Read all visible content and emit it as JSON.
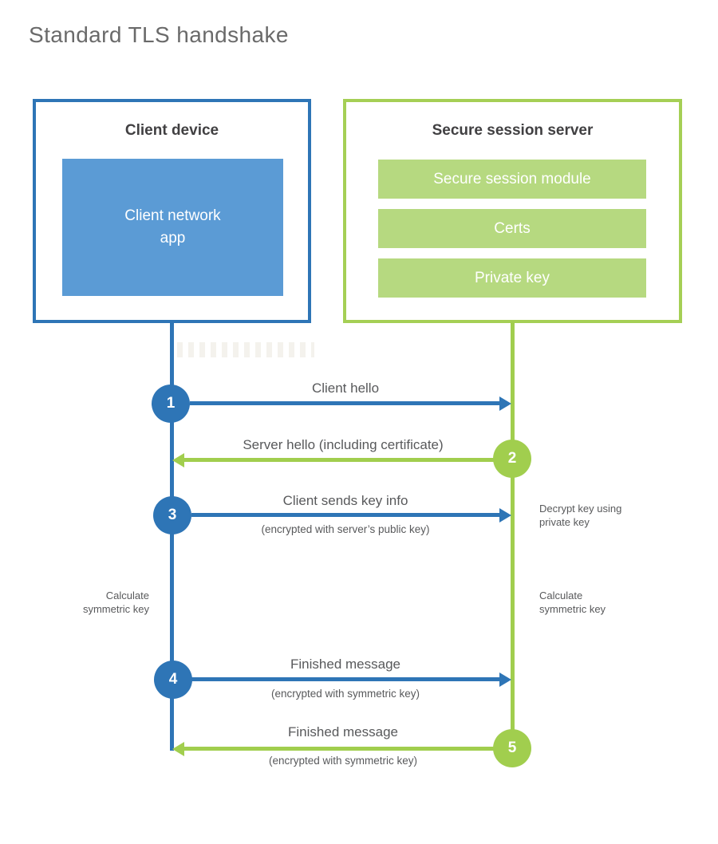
{
  "title": "Standard TLS handshake",
  "colors": {
    "blue": "#2e75b6",
    "blueFill": "#5b9bd5",
    "green": "#a1ce4e",
    "greenBorder": "#a5cf55",
    "greenFill": "#b6d980",
    "text": "#58595b",
    "heading": "#414042",
    "titleText": "#6a6a6a"
  },
  "client": {
    "title": "Client device",
    "app_label": "Client network\napp"
  },
  "server": {
    "title": "Secure session server",
    "modules": [
      "Secure session module",
      "Certs",
      "Private key"
    ]
  },
  "steps": [
    {
      "num": "1",
      "label": "Client hello",
      "direction": "client-to-server"
    },
    {
      "num": "2",
      "label": "Server hello (including certificate)",
      "direction": "server-to-client"
    },
    {
      "num": "3",
      "label": "Client sends key info",
      "sub": "(encrypted with server’s public key)",
      "direction": "client-to-server"
    },
    {
      "num": "4",
      "label": "Finished message",
      "sub": "(encrypted with symmetric key)",
      "direction": "client-to-server"
    },
    {
      "num": "5",
      "label": "Finished message",
      "sub": "(encrypted with symmetric key)",
      "direction": "server-to-client"
    }
  ],
  "notes": {
    "decrypt": "Decrypt key using\nprivate key",
    "calc_client": "Calculate\nsymmetric key",
    "calc_server": "Calculate\nsymmetric key"
  }
}
